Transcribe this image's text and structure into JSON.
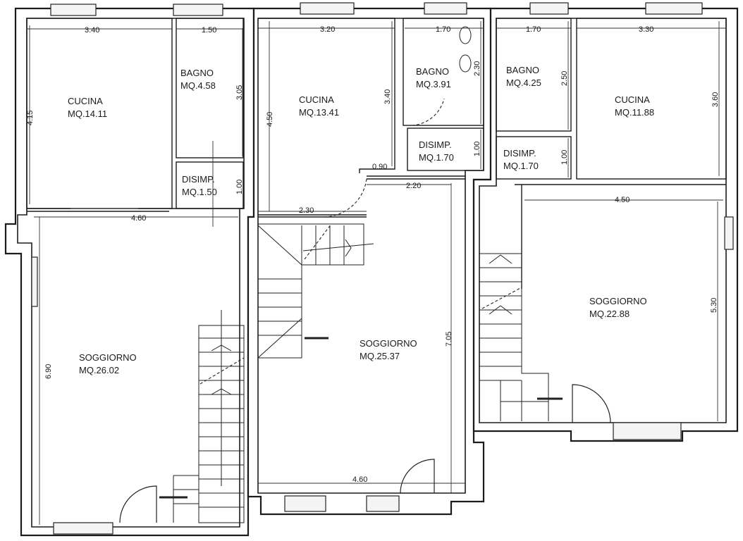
{
  "rooms": {
    "u1_cucina": {
      "name": "CUCINA",
      "area": "MQ.14.11"
    },
    "u1_bagno": {
      "name": "BAGNO",
      "area": "MQ.4.58"
    },
    "u1_disimp": {
      "name": "DISIMP.",
      "area": "MQ.1.50"
    },
    "u1_soggiorno": {
      "name": "SOGGIORNO",
      "area": "MQ.26.02"
    },
    "u2_cucina": {
      "name": "CUCINA",
      "area": "MQ.13.41"
    },
    "u2_bagno": {
      "name": "BAGNO",
      "area": "MQ.3.91"
    },
    "u2_disimp": {
      "name": "DISIMP.",
      "area": "MQ.1.70"
    },
    "u2_soggiorno": {
      "name": "SOGGIORNO",
      "area": "MQ.25.37"
    },
    "u3_bagno": {
      "name": "BAGNO",
      "area": "MQ.4.25"
    },
    "u3_cucina": {
      "name": "CUCINA",
      "area": "MQ.11.88"
    },
    "u3_disimp": {
      "name": "DISIMP.",
      "area": "MQ.1.70"
    },
    "u3_soggiorno": {
      "name": "SOGGIORNO",
      "area": "MQ.22.88"
    }
  },
  "dimensions": {
    "u1_cucina_w": "3.40",
    "u1_cucina_h": "4.15",
    "u1_bagno_w": "1.50",
    "u1_bagno_h": "3.05",
    "u1_disimp_h": "1.00",
    "u1_soggiorno_w": "4.60",
    "u1_soggiorno_h": "6.90",
    "u2_cucina_w": "3.20",
    "u2_cucina_h_left": "4.50",
    "u2_cucina_h_right": "3.40",
    "u2_step": "0.90",
    "u2_bagno_w": "1.70",
    "u2_bagno_h": "2.30",
    "u2_disimp_h": "1.00",
    "u2_hall_w": "2.20",
    "u2_stair_w": "2.30",
    "u2_soggiorno_h": "7.05",
    "u2_soggiorno_w": "4.60",
    "u3_bagno_w": "1.70",
    "u3_bagno_h": "2.50",
    "u3_disimp_h": "1.00",
    "u3_cucina_w": "3.30",
    "u3_cucina_h": "3.60",
    "u3_soggiorno_w": "4.50",
    "u3_soggiorno_h": "5.30"
  }
}
